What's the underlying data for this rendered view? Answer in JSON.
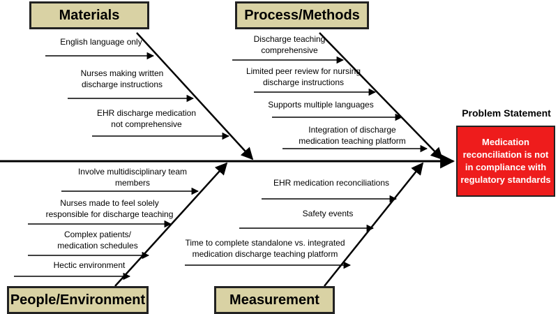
{
  "categories": {
    "materials": "Materials",
    "process": "Process/Methods",
    "people": "People/Environment",
    "measurement": "Measurement"
  },
  "causes": {
    "materials": [
      "English language only",
      "Nurses making written\ndischarge instructions",
      "EHR discharge  medication\nnot comprehensive"
    ],
    "process": [
      "Discharge teaching\ncomprehensive",
      "Limited peer review for nursing\ndischarge instructions",
      "Supports multiple languages",
      "Integration of discharge\nmedication teaching platform"
    ],
    "people": [
      "Involve multidisciplinary team\nmembers",
      "Nurses made to feel solely\nresponsible for discharge teaching",
      "Complex patients/\nmedication schedules",
      "Hectic environment"
    ],
    "measurement": [
      "EHR medication reconciliations",
      "Safety events",
      "Time to complete standalone vs. integrated\nmedication discharge teaching platform"
    ]
  },
  "problem": {
    "title": "Problem Statement",
    "text": "Medication reconciliation is not in compliance with regulatory standards"
  },
  "colors": {
    "category_fill": "#d9d2a4",
    "problem_fill": "#ee1c1c",
    "line": "#000000"
  }
}
